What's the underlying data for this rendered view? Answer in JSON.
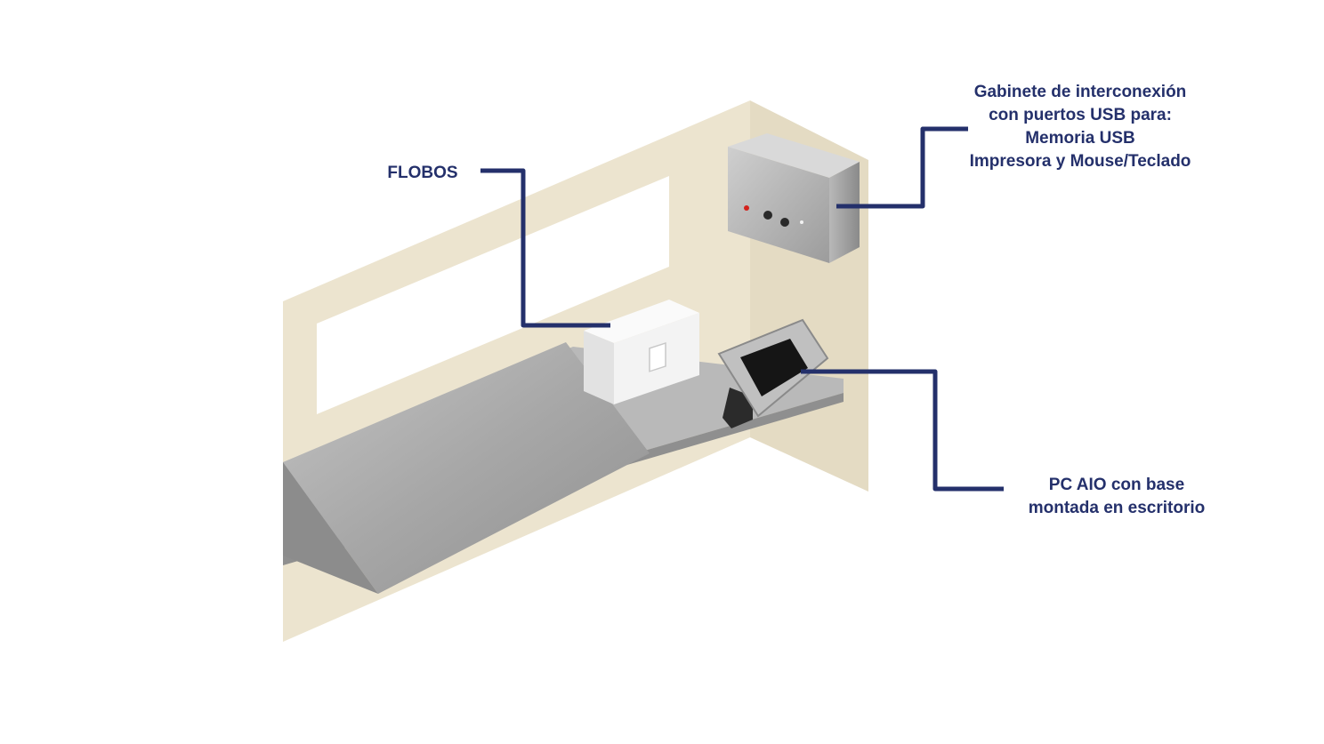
{
  "callouts": {
    "flobos": {
      "label": "FLOBOS"
    },
    "gabinete": {
      "lines": [
        "Gabinete de interconexión",
        "con puertos USB para:",
        "Memoria USB",
        "Impresora y Mouse/Teclado"
      ]
    },
    "pc": {
      "lines": [
        "PC AIO con base",
        "montada en escritorio"
      ]
    }
  },
  "colors": {
    "callout": "#24306b",
    "wall": "#ece4cf",
    "wall_side": "#e6ddc5",
    "steel": "#a4a4a4",
    "printer": "#f1f1f1",
    "screen": "#151515"
  }
}
